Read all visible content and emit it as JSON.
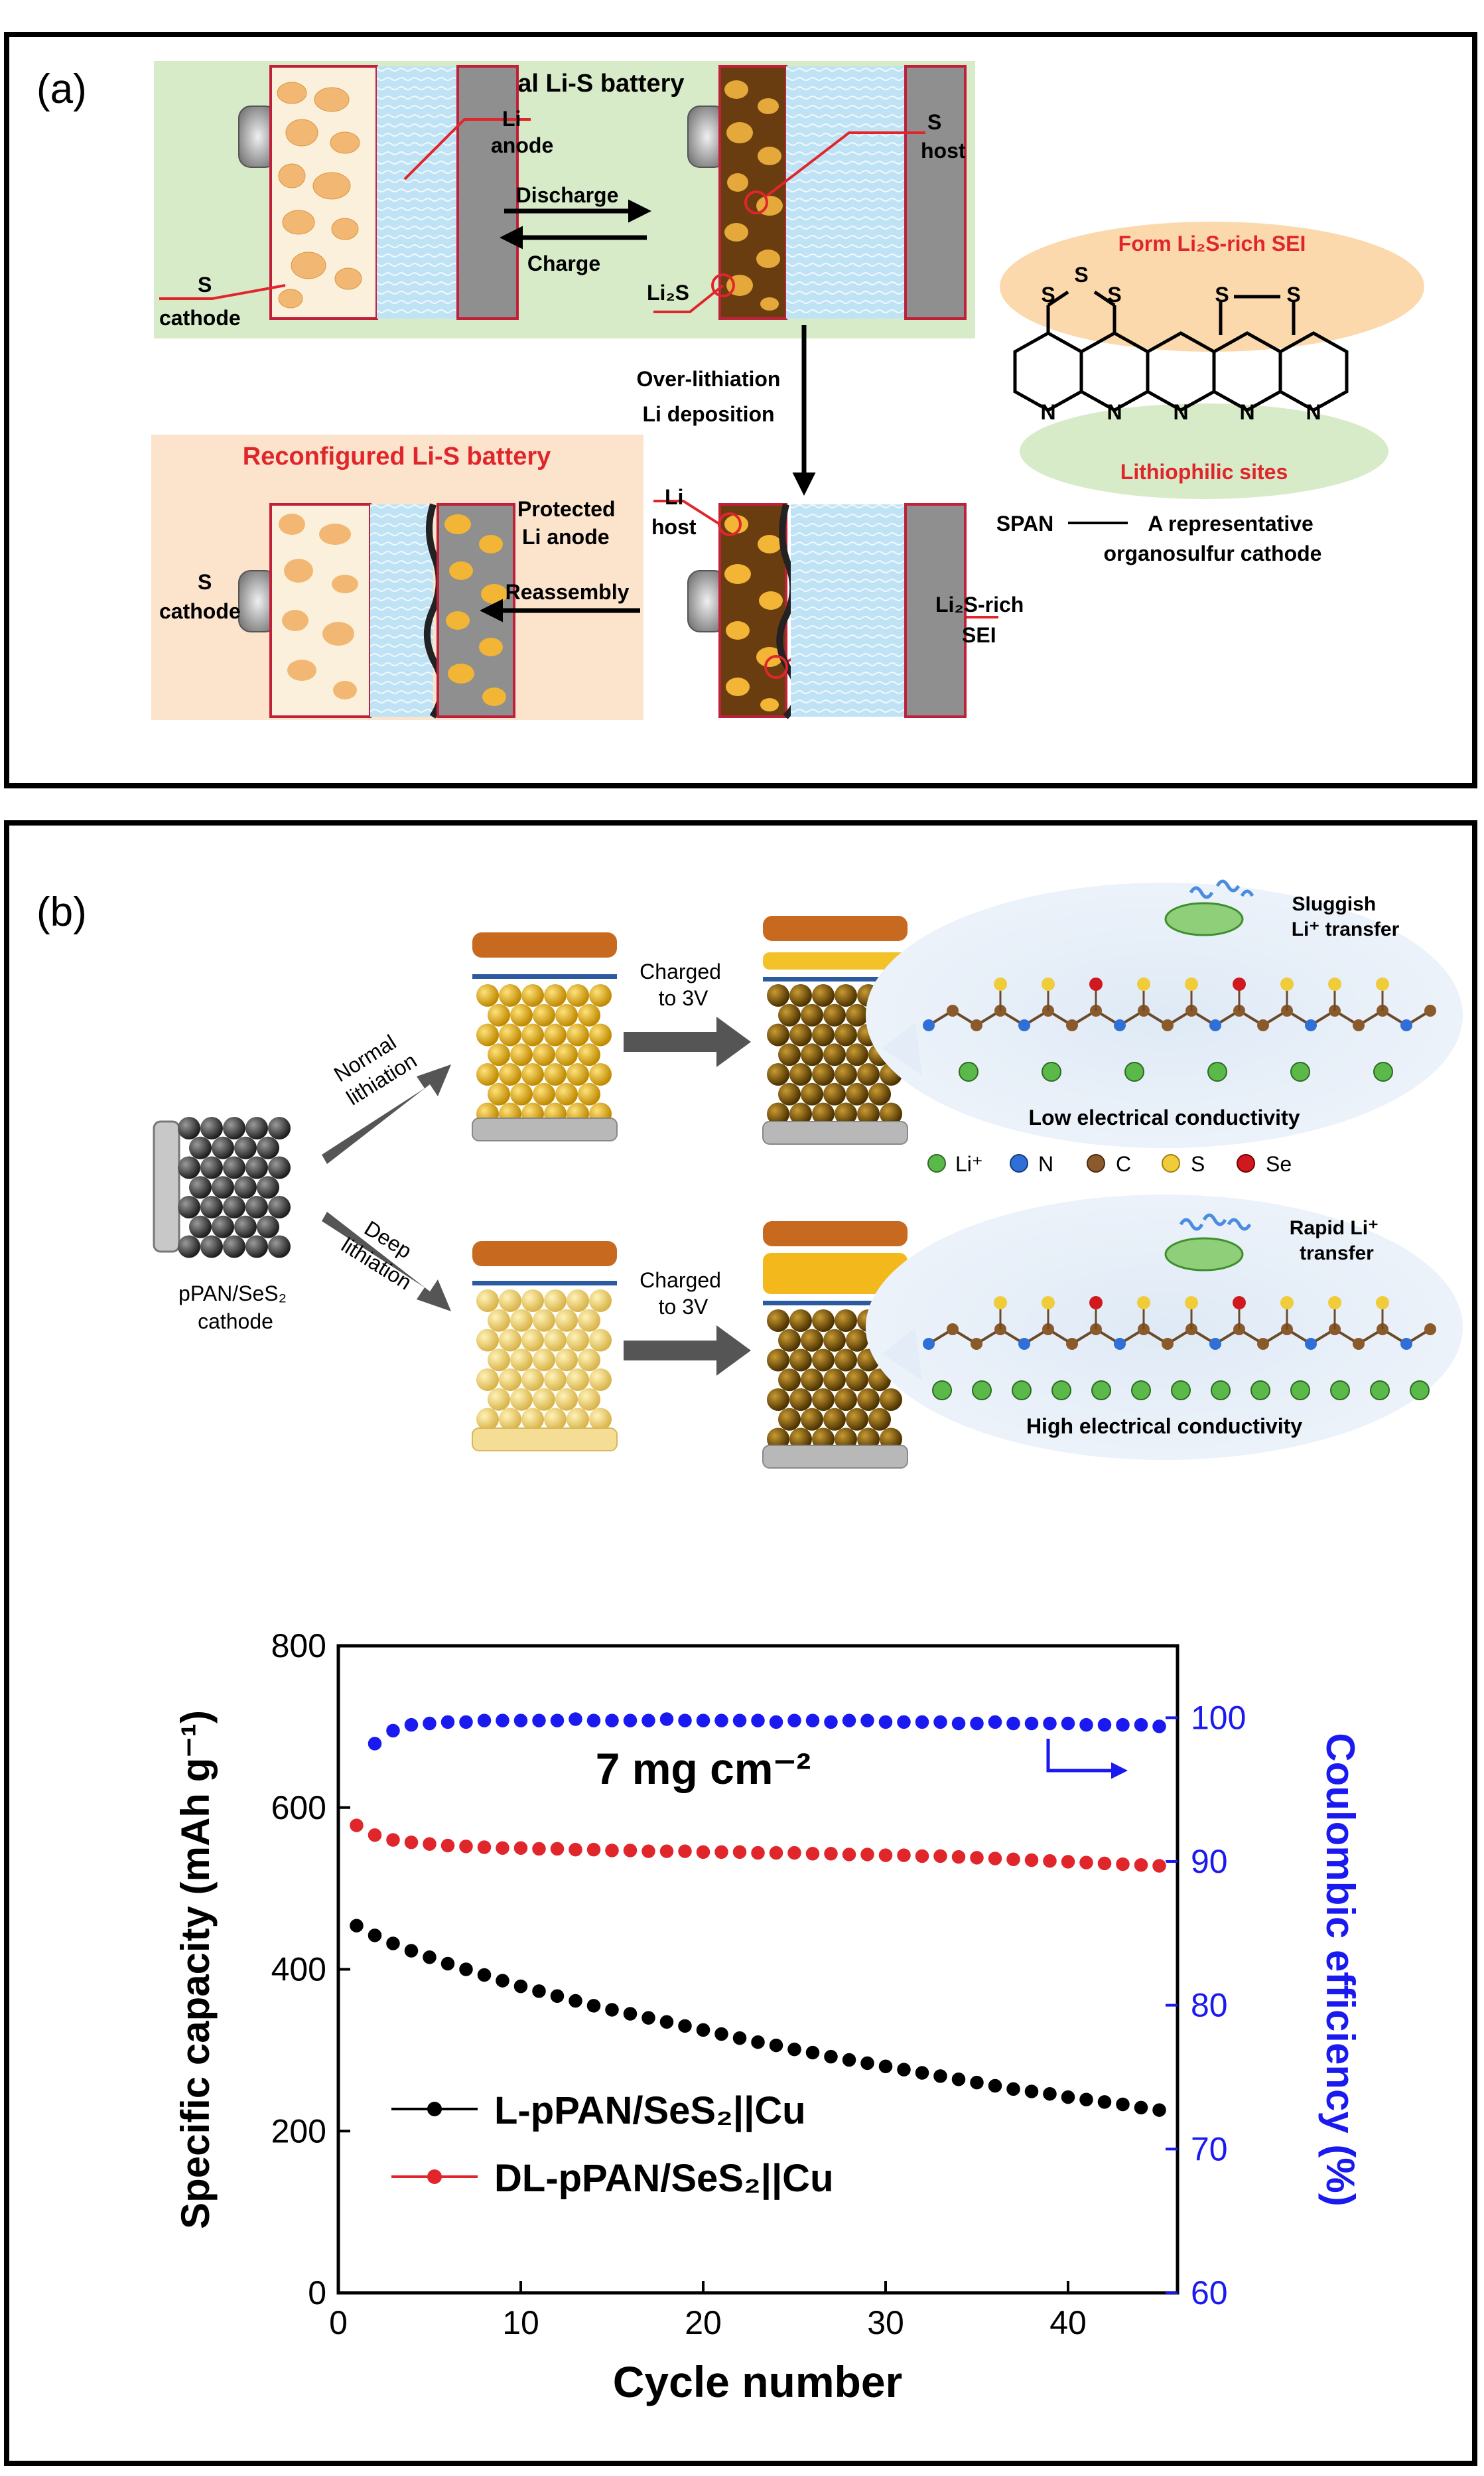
{
  "panel_a": {
    "tag": "(a)",
    "general_title": "General Li-S battery",
    "li_anode": [
      "Li",
      "anode"
    ],
    "s_cathode": [
      "S",
      "cathode"
    ],
    "s_host": [
      "S",
      "host"
    ],
    "li2s": "Li₂S",
    "discharge": "Discharge",
    "charge": "Charge",
    "overlithiation": "Over-lithiation",
    "li_deposition": "Li deposition",
    "li_host": [
      "Li",
      "host"
    ],
    "li2s_sei": [
      "Li₂S-rich",
      "SEI"
    ],
    "reassembly": "Reassembly",
    "reconfigured_title": "Reconfigured Li-S battery",
    "protected": [
      "Protected",
      "Li anode"
    ],
    "s_cathode2": [
      "S",
      "cathode"
    ],
    "form_sei": "Form Li₂S-rich SEI",
    "lithiophilic": "Lithiophilic sites",
    "span_name": "SPAN",
    "span_desc": [
      "A representative",
      "organosulfur cathode"
    ],
    "atom_s": "S",
    "atom_n": "N",
    "colors": {
      "green_box": "#d7ebc9",
      "orange_box": "#fbe3cc",
      "red_label": "#e0262b",
      "li_gold": "#f2b535"
    }
  },
  "panel_b": {
    "tag": "(b)",
    "cathode": [
      "pPAN/SeS₂",
      "cathode"
    ],
    "normal": [
      "Normal",
      "lithiation"
    ],
    "deep": [
      "Deep",
      "lithiation"
    ],
    "charged": [
      "Charged",
      "to 3V"
    ],
    "sluggish": [
      "Sluggish",
      "Li⁺ transfer"
    ],
    "rapid": [
      "Rapid Li⁺",
      "transfer"
    ],
    "low_cond": "Low electrical conductivity",
    "high_cond": "High electrical conductivity",
    "legend": [
      {
        "label": "Li⁺",
        "color": "#5bb94a"
      },
      {
        "label": "N",
        "color": "#2f6fd6"
      },
      {
        "label": "C",
        "color": "#8a5a2b"
      },
      {
        "label": "S",
        "color": "#f0cc3a"
      },
      {
        "label": "Se",
        "color": "#d0191e"
      }
    ]
  },
  "chart_data": {
    "type": "scatter",
    "annotation": "7 mg cm⁻²",
    "xlabel": "Cycle number",
    "ylabel_left": "Specific capacity (mAh g⁻¹)",
    "ylabel_right": "Coulombic efficiency (%)",
    "xlim": [
      0,
      46
    ],
    "ylim_left": [
      0,
      800
    ],
    "ylim_right": [
      60,
      105
    ],
    "xticks": [
      0,
      10,
      20,
      30,
      40
    ],
    "yticks_left": [
      0,
      200,
      400,
      600,
      800
    ],
    "yticks_right": [
      60,
      70,
      80,
      90,
      100
    ],
    "x": [
      1,
      2,
      3,
      4,
      5,
      6,
      7,
      8,
      9,
      10,
      11,
      12,
      13,
      14,
      15,
      16,
      17,
      18,
      19,
      20,
      21,
      22,
      23,
      24,
      25,
      26,
      27,
      28,
      29,
      30,
      31,
      32,
      33,
      34,
      35,
      36,
      37,
      38,
      39,
      40,
      41,
      42,
      43,
      44,
      45
    ],
    "series": [
      {
        "name": "L-pPAN/SeS₂||Cu",
        "axis": "left",
        "color": "#000000",
        "values": [
          454,
          442,
          432,
          423,
          415,
          407,
          400,
          393,
          386,
          379,
          373,
          367,
          361,
          355,
          350,
          345,
          340,
          335,
          330,
          325,
          320,
          315,
          310,
          306,
          301,
          297,
          292,
          288,
          284,
          280,
          276,
          272,
          268,
          264,
          260,
          256,
          252,
          249,
          246,
          242,
          239,
          236,
          233,
          229,
          226
        ]
      },
      {
        "name": "DL-pPAN/SeS₂||Cu",
        "axis": "left",
        "color": "#e0262b",
        "values": [
          578,
          566,
          560,
          557,
          555,
          553,
          552,
          551,
          550,
          550,
          549,
          549,
          548,
          548,
          547,
          547,
          546,
          546,
          546,
          545,
          545,
          545,
          544,
          544,
          544,
          543,
          543,
          542,
          542,
          541,
          541,
          540,
          540,
          539,
          538,
          537,
          536,
          535,
          534,
          533,
          532,
          531,
          530,
          529,
          528
        ]
      },
      {
        "axis": "right",
        "color": "#1a1af0",
        "x_start": 2,
        "values": [
          98.2,
          99.1,
          99.5,
          99.6,
          99.7,
          99.7,
          99.8,
          99.8,
          99.8,
          99.8,
          99.8,
          99.9,
          99.8,
          99.8,
          99.8,
          99.8,
          99.9,
          99.8,
          99.8,
          99.8,
          99.8,
          99.8,
          99.7,
          99.8,
          99.8,
          99.7,
          99.8,
          99.8,
          99.7,
          99.7,
          99.7,
          99.7,
          99.6,
          99.6,
          99.7,
          99.6,
          99.6,
          99.6,
          99.6,
          99.5,
          99.5,
          99.5,
          99.5,
          99.4
        ]
      }
    ]
  }
}
